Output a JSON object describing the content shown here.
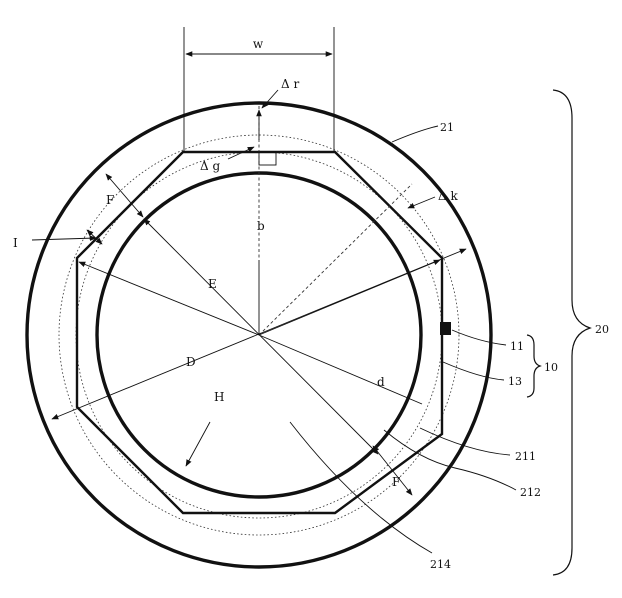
{
  "labels": {
    "w": "w",
    "delta_r": "Δ r",
    "delta_g": "Δ g",
    "delta_k": "Δ k",
    "b": "b",
    "F_top": "F",
    "F_bottom": "F",
    "I": "I",
    "E": "E",
    "D": "D",
    "H": "H",
    "d": "d",
    "ref_21": "21",
    "ref_20": "20",
    "ref_11": "11",
    "ref_13": "13",
    "ref_10": "10",
    "ref_211": "211",
    "ref_212": "212",
    "ref_214": "214"
  }
}
